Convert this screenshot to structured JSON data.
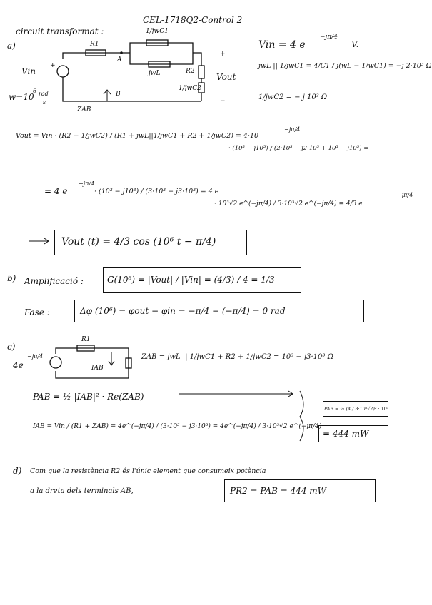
{
  "header": "CEL-1718Q2-Control 2",
  "title": "circuit transformat :",
  "partA": {
    "label": "a)",
    "circuit": {
      "vin": "Vin",
      "omega": "w=10",
      "omega_exp": "6",
      "omega_unit": "rad",
      "omega_unit_den": "s",
      "r1": "R1",
      "r2": "R2",
      "c1": "1/jwC1",
      "l": "jwL",
      "c2": "1/jwC2",
      "nodeA": "A",
      "nodeB": "B",
      "zab": "ZAB",
      "vout": "Vout",
      "plus": "+",
      "minus": "−"
    },
    "vin_eq": "Vin = 4 e",
    "vin_exp": "−jπ/4",
    "vin_unit": "V.",
    "par_eq": "jwL || 1/jwC1 = 4/C1 / j(wL − 1/wC1) = −j 2·10³ Ω",
    "c2_eq": "1/jwC2 = − j 10³ Ω",
    "vout_line1": "Vout = Vin · (R2 + 1/jwC2) / (R1 + jwL||1/jwC1 + R2 + 1/jwC2) = 4·10",
    "vout_line1_exp": "−jπ/4",
    "vout_line1_b": "· (10³ − j10³) / (2·10³ − j2·10³ + 10³ − j10³) =",
    "vout_line2": "= 4 e",
    "vout_line2_exp": "−jπ/4",
    "vout_line2_b": "· (10³ − j10³) / (3·10³ − j3·10³) = 4 e",
    "vout_line2_c": "· 10³√2 e^(−jπ/4) / 3·10³√2 e^(−jπ/4) = 4/3 e",
    "vout_t": "Vout (t) = 4/3 cos (10⁶ t − π/4)"
  },
  "partB": {
    "label": "b)",
    "amp_label": "Amplificació :",
    "amp_eq": "G(10⁶) = |Vout| / |Vin| = (4/3) / 4 = 1/3",
    "fase_label": "Fase :",
    "fase_eq": "Δφ (10⁶) = φout − φin = −π/4 − (−π/4) = 0 rad"
  },
  "partC": {
    "label": "c)",
    "source": "4e",
    "source_exp": "−jπ/4",
    "r1": "R1",
    "iab": "IAB",
    "zab_eq": "ZAB = jwL || 1/jwC1 + R2 + 1/jwC2 = 10³ − j3·10³ Ω",
    "pab_eq": "PAB = ½ |IAB|² · Re(ZAB)",
    "iab_eq": "IAB = Vin / (R1 + ZAB) = 4e^(−jπ/4) / (3·10³ − j3·10³) = 4e^(−jπ/4) / 3·10³√2 e^(−jπ/4)",
    "pab_result": "PAB = ½ (4 / 3·10³√2)² · 10³",
    "pab_value": "= 444 mW"
  },
  "partD": {
    "label": "d)",
    "line1": "Com que la resistència R2 és l'únic element que consumeix potència",
    "line2": "a la dreta dels terminals AB,",
    "result": "PR2 = PAB = 444 mW"
  }
}
